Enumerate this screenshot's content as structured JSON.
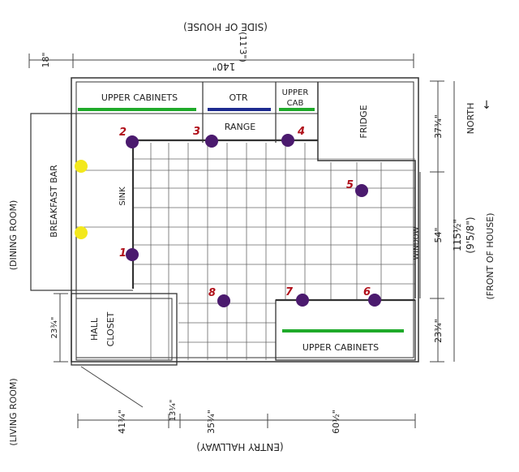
{
  "labels": {
    "side_of_house": "(SIDE OF HOUSE)",
    "side_dim_top": "140\"",
    "side_dim_feet": "(11'3\")",
    "dim_18": "18\"",
    "upper_cabinets_top": "UPPER CABINETS",
    "otr": "OTR",
    "upper_cab": "UPPER",
    "upper_cab_2": "CAB",
    "range": "RANGE",
    "fridge": "FRIDGE",
    "breakfast_bar": "BREAKFAST BAR",
    "sink": "SINK",
    "dining_room": "(DINING ROOM)",
    "living_room": "(LIVING ROOM)",
    "hall_closet_1": "HALL",
    "hall_closet_2": "CLOSET",
    "upper_cabinets_bottom": "UPPER CABINETS",
    "window": "WINDOW",
    "north": "NORTH",
    "north_arrow": "↓",
    "front_of_house": "(FRONT OF HOUSE)",
    "dim_115": "115½\"",
    "dim_958": "(9'5/8\")",
    "dim_37": "37¾\"",
    "dim_54": "54\"",
    "dim_23_right": "23¾\"",
    "dim_23_left": "23¾\"",
    "dim_41": "41¾\"",
    "dim_13": "13¼\"",
    "dim_35": "35¾\"",
    "dim_60": "60½\"",
    "entry_hallway": "(ENTRY HALLWAY)"
  },
  "markers": [
    {
      "num": "1",
      "color": "#4b1a6e"
    },
    {
      "num": "2",
      "color": "#4b1a6e"
    },
    {
      "num": "3",
      "color": "#4b1a6e"
    },
    {
      "num": "4",
      "color": "#4b1a6e"
    },
    {
      "num": "5",
      "color": "#4b1a6e"
    },
    {
      "num": "6",
      "color": "#4b1a6e"
    },
    {
      "num": "7",
      "color": "#4b1a6e"
    },
    {
      "num": "8",
      "color": "#4b1a6e"
    }
  ],
  "colors": {
    "purple_marker": "#4b1a6e",
    "yellow_marker": "#f3e81c",
    "upper_cabinet_line": "#1faa2a",
    "otr_line": "#1d2b8f",
    "number_red": "#b0101a"
  }
}
